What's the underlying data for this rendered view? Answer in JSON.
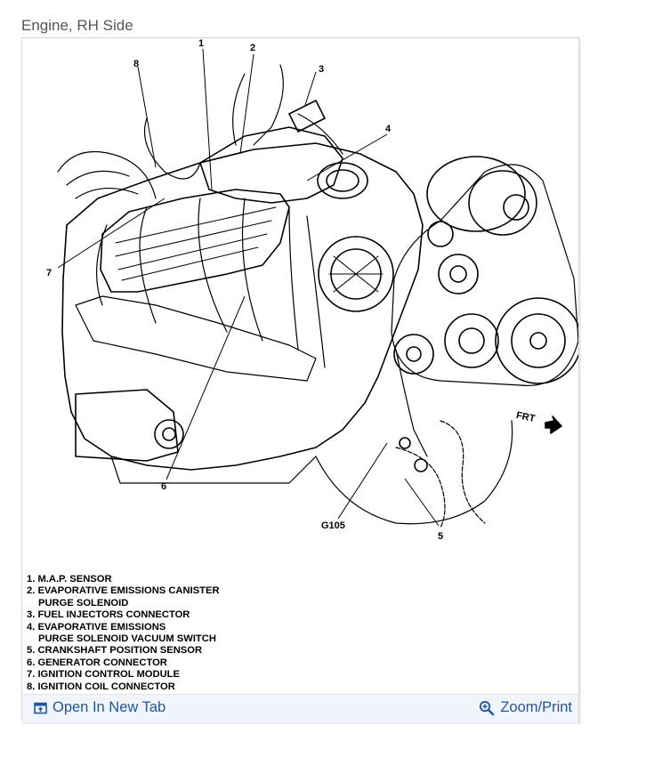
{
  "caption": "Engine, RH Side",
  "callouts": {
    "c1": "1",
    "c2": "2",
    "c3": "3",
    "c4": "4",
    "c5": "5",
    "c6": "6",
    "c7": "7",
    "c8": "8",
    "g105": "G105",
    "frt": "FRT"
  },
  "legend": [
    {
      "text": "1. M.A.P. SENSOR",
      "cont": false
    },
    {
      "text": "2. EVAPORATIVE EMISSIONS CANISTER",
      "cont": false
    },
    {
      "text": "PURGE  SOLENOID",
      "cont": true
    },
    {
      "text": "3. FUEL INJECTORS CONNECTOR",
      "cont": false
    },
    {
      "text": "4. EVAPORATIVE EMISSIONS",
      "cont": false
    },
    {
      "text": "PURGE SOLENOID VACUUM SWITCH",
      "cont": true
    },
    {
      "text": "5. CRANKSHAFT POSITION SENSOR",
      "cont": false
    },
    {
      "text": "6. GENERATOR CONNECTOR",
      "cont": false
    },
    {
      "text": "7. IGNITION CONTROL MODULE",
      "cont": false
    },
    {
      "text": "8. IGNITION COIL CONNECTOR",
      "cont": false
    }
  ],
  "toolbar": {
    "open_label": "Open In New Tab",
    "open_icon": "open-new-tab-icon",
    "zoom_label": "Zoom/Print",
    "zoom_icon": "zoom-magnifier-icon",
    "link_color": "#1d56a8"
  }
}
